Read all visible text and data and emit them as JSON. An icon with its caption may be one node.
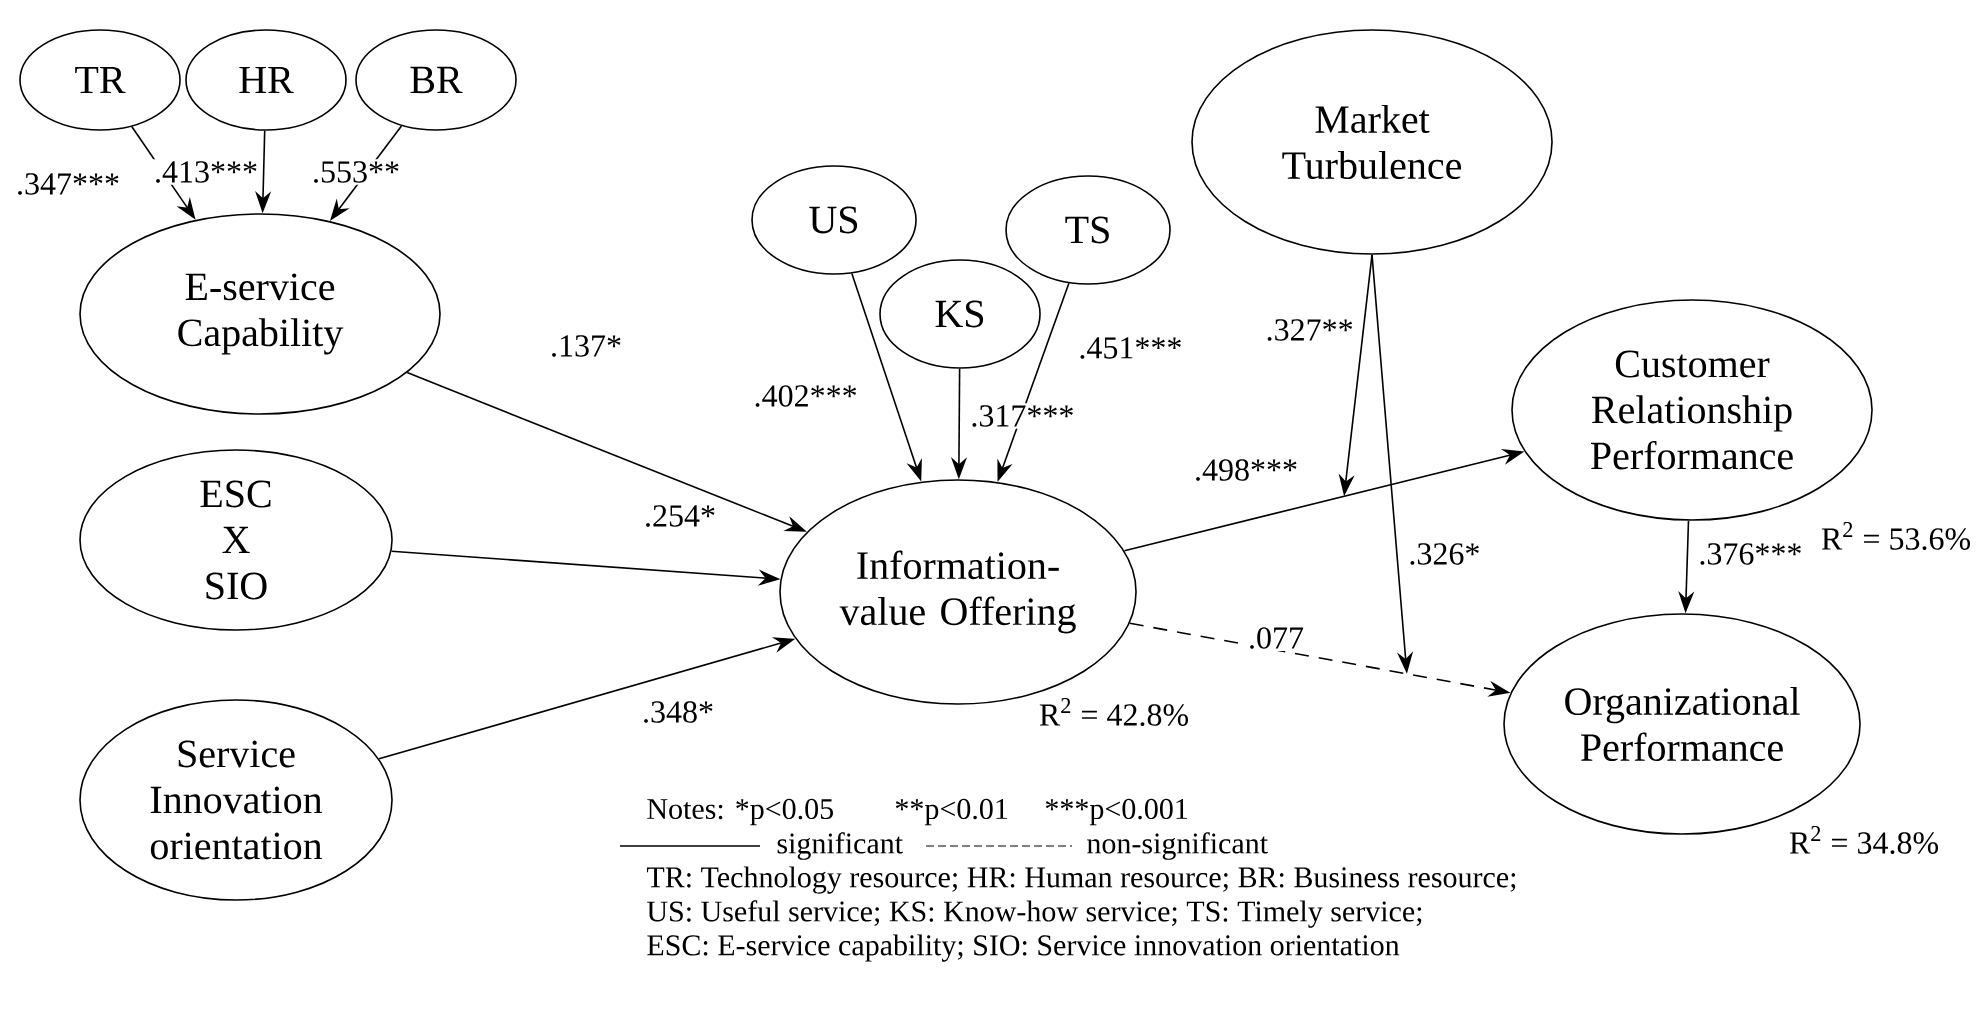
{
  "diagram": {
    "nodes": [
      {
        "text": [
          "TR"
        ]
      },
      {
        "text": [
          "HR"
        ]
      },
      {
        "text": [
          "BR"
        ]
      },
      {
        "text": [
          "E-service Capability"
        ]
      },
      {
        "text": [
          "ESC X SIO"
        ]
      },
      {
        "text": [
          "Service Innovation orientation"
        ]
      },
      {
        "text": [
          "US"
        ]
      },
      {
        "text": [
          "KS"
        ]
      },
      {
        "text": [
          "TS"
        ]
      },
      {
        "text": [
          "Information-value Offering"
        ],
        "beside": [
          "R$^{2}$ = 42.8%"
        ]
      },
      {
        "text": [
          "Market Turbulence"
        ]
      },
      {
        "text": [
          "Customer Relationship Performance"
        ],
        "beside": [
          "R$^{2}$ = 53.6%"
        ]
      },
      {
        "text": [
          "Organizational Performance"
        ],
        "beside": [
          "R$^{2}$ = 34.8%"
        ]
      }
    ],
    "edges": [
      {
        "from": 0,
        "to": 3,
        "arrow": "to",
        "label": ".347***"
      },
      {
        "from": 1,
        "to": 3,
        "arrow": "to",
        "label": ".413***"
      },
      {
        "from": 2,
        "to": 3,
        "arrow": "to",
        "label": ".553**"
      },
      {
        "from": 3,
        "to": 9,
        "arrow": "to",
        "label": ".137*"
      },
      {
        "from": 4,
        "to": 9,
        "arrow": "to",
        "label": ".254*"
      },
      {
        "from": 5,
        "to": 9,
        "arrow": "to",
        "label": ".348*"
      },
      {
        "from": 6,
        "to": 9,
        "arrow": "to",
        "label": ".402***"
      },
      {
        "from": 7,
        "to": 9,
        "arrow": "to",
        "label": ".317***"
      },
      {
        "from": 8,
        "to": 9,
        "arrow": "to",
        "label": ".451***"
      },
      {
        "from": 9,
        "to": 11,
        "arrow": "to",
        "label": ".498***"
      },
      {
        "from": 9,
        "to": 12,
        "arrow": "to",
        "label": ".077",
        "style": "dashed"
      },
      {
        "from": 11,
        "to": 12,
        "arrow": "to",
        "label": ".376***"
      },
      {
        "from": 10,
        "to": null,
        "arrow": "to",
        "label": ".327**"
      },
      {
        "from": 10,
        "to": null,
        "arrow": "to",
        "label": ".326*"
      }
    ],
    "labels": [
      "Notes: *p<0.05",
      "**p<0.01",
      "***p<0.001",
      "TR: Technology resource; HR: Human resource; BR: Business resource;",
      "US: Useful service; KS: Know-how service; TS: Timely service;",
      "ESC: E-service capability; SIO: Service innovation orientation"
    ],
    "legend": [
      {
        "text": "significant"
      },
      {
        "text": "non-significant"
      }
    ]
  }
}
